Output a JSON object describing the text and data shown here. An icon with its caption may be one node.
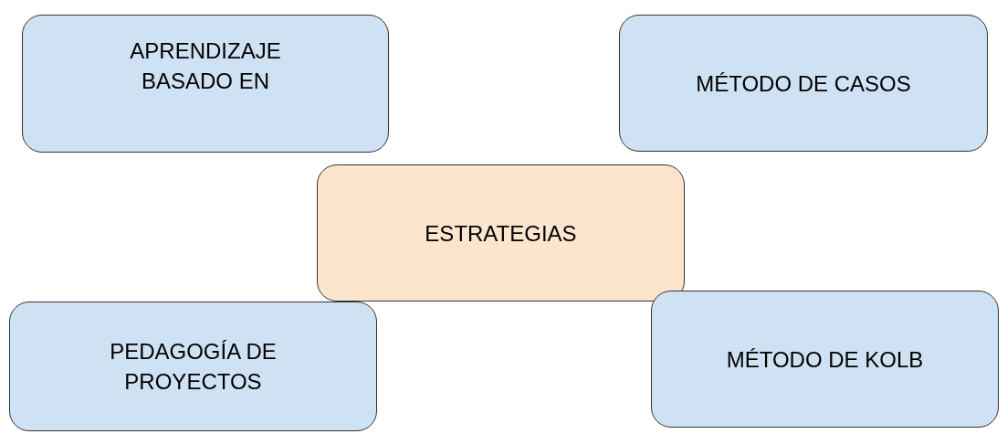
{
  "diagram": {
    "nodes": [
      {
        "text": [
          "APRENDIZAJE BASADO EN"
        ]
      },
      {
        "text": [
          "MÉTODO DE CASOS"
        ]
      },
      {
        "text": [
          "ESTRATEGIAS"
        ]
      },
      {
        "text": [
          "PEDAGOGÍA DE PROYECTOS"
        ]
      },
      {
        "text": [
          "MÉTODO DE KOLB"
        ]
      }
    ]
  }
}
